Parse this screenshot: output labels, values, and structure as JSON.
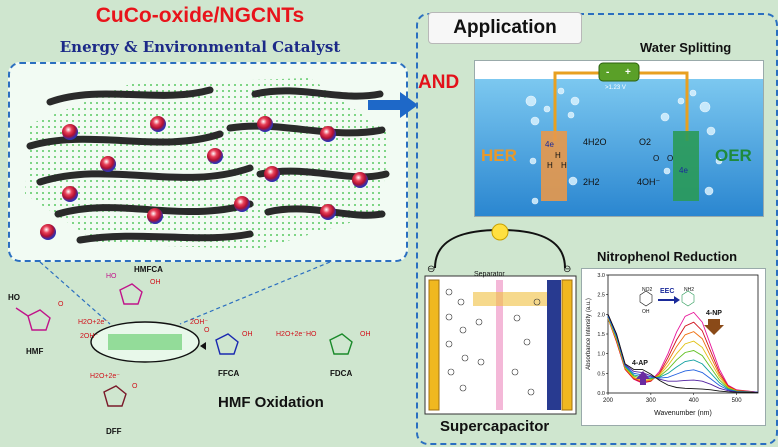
{
  "header": {
    "title": "CuCo-oxide/NGCNTs",
    "subtitle": "Energy & Environmental Catalyst"
  },
  "application": {
    "title": "Application",
    "and_label": "AND"
  },
  "water_splitting": {
    "title": "Water Splitting",
    "battery_minus": "-",
    "battery_plus": "+",
    "battery_voltage": ">1.23 V",
    "her": "HER",
    "oer": "OER",
    "her_electrons": "4e",
    "oer_electrons": "4e",
    "h_label_top": "H",
    "h_label_left": "H",
    "h_label_right": "H",
    "h2o": "4H2O",
    "h2": "2H2",
    "o2": "O2",
    "oh_oer": "4OH⁻",
    "o_left": "O",
    "o_right": "O"
  },
  "supercapacitor": {
    "title": "Supercapacitor",
    "separator": "Separator",
    "minus_left": "⊖",
    "minus_right": "⊖"
  },
  "nitrophenol": {
    "title": "Nitrophenol Reduction",
    "eec": "EEC",
    "no2": "NO2",
    "nh2": "NH2",
    "oh": "OH",
    "peak_4np": "4-NP",
    "peak_4ap": "4-AP"
  },
  "hmf": {
    "section_label": "HMF Oxidation",
    "hmf": "HMF",
    "hmfca": "HMFCA",
    "dff": "DFF",
    "ffca": "FFCA",
    "fdca": "FDCA",
    "ho": "HO",
    "oh": "OH",
    "o": "O",
    "h2o_2e": "H2O+2e⁻",
    "oh_reagent": "2OH⁻"
  },
  "chart_data": {
    "type": "line",
    "xlabel": "Wavenumber (nm)",
    "ylabel": "Absorbance Intensity (a.u.)",
    "xlim": [
      200,
      550
    ],
    "ylim": [
      0,
      3.0
    ],
    "xticks": [
      "200",
      "300",
      "400",
      "500"
    ],
    "yticks": [
      "0.0",
      "0.5",
      "1.0",
      "1.5",
      "2.0",
      "2.5",
      "3.0"
    ],
    "x": [
      200,
      220,
      240,
      260,
      280,
      300,
      320,
      340,
      360,
      380,
      400,
      420,
      440,
      460,
      480,
      500,
      550
    ],
    "series": [
      {
        "color": "#e8149a",
        "values": [
          1.9,
          1.3,
          0.6,
          0.35,
          0.25,
          0.3,
          0.55,
          1.0,
          1.55,
          1.95,
          2.05,
          1.8,
          1.2,
          0.6,
          0.2,
          0.08,
          0.02
        ]
      },
      {
        "color": "#d0101a",
        "values": [
          1.9,
          1.3,
          0.6,
          0.36,
          0.27,
          0.3,
          0.5,
          0.9,
          1.35,
          1.7,
          1.8,
          1.58,
          1.05,
          0.52,
          0.18,
          0.07,
          0.02
        ]
      },
      {
        "color": "#f07010",
        "values": [
          1.9,
          1.35,
          0.62,
          0.38,
          0.3,
          0.32,
          0.48,
          0.8,
          1.18,
          1.48,
          1.56,
          1.38,
          0.92,
          0.46,
          0.16,
          0.06,
          0.02
        ]
      },
      {
        "color": "#e0c010",
        "values": [
          1.9,
          1.35,
          0.64,
          0.4,
          0.33,
          0.34,
          0.45,
          0.7,
          1.0,
          1.25,
          1.32,
          1.16,
          0.78,
          0.4,
          0.14,
          0.05,
          0.02
        ]
      },
      {
        "color": "#60c020",
        "values": [
          1.95,
          1.4,
          0.66,
          0.43,
          0.37,
          0.36,
          0.42,
          0.6,
          0.84,
          1.03,
          1.08,
          0.95,
          0.64,
          0.33,
          0.12,
          0.05,
          0.02
        ]
      },
      {
        "color": "#10a0a0",
        "values": [
          1.95,
          1.42,
          0.68,
          0.46,
          0.41,
          0.38,
          0.4,
          0.5,
          0.66,
          0.8,
          0.84,
          0.74,
          0.5,
          0.26,
          0.1,
          0.04,
          0.02
        ]
      },
      {
        "color": "#2060e0",
        "values": [
          1.95,
          1.45,
          0.7,
          0.5,
          0.46,
          0.41,
          0.38,
          0.4,
          0.48,
          0.56,
          0.59,
          0.52,
          0.36,
          0.19,
          0.08,
          0.03,
          0.02
        ]
      },
      {
        "color": "#5020a0",
        "values": [
          2.0,
          1.48,
          0.72,
          0.55,
          0.52,
          0.44,
          0.35,
          0.3,
          0.3,
          0.32,
          0.33,
          0.3,
          0.22,
          0.12,
          0.06,
          0.03,
          0.02
        ]
      },
      {
        "color": "#111111",
        "values": [
          2.0,
          1.5,
          0.74,
          0.6,
          0.6,
          0.48,
          0.32,
          0.2,
          0.14,
          0.12,
          0.11,
          0.1,
          0.08,
          0.05,
          0.03,
          0.02,
          0.01
        ]
      }
    ]
  }
}
